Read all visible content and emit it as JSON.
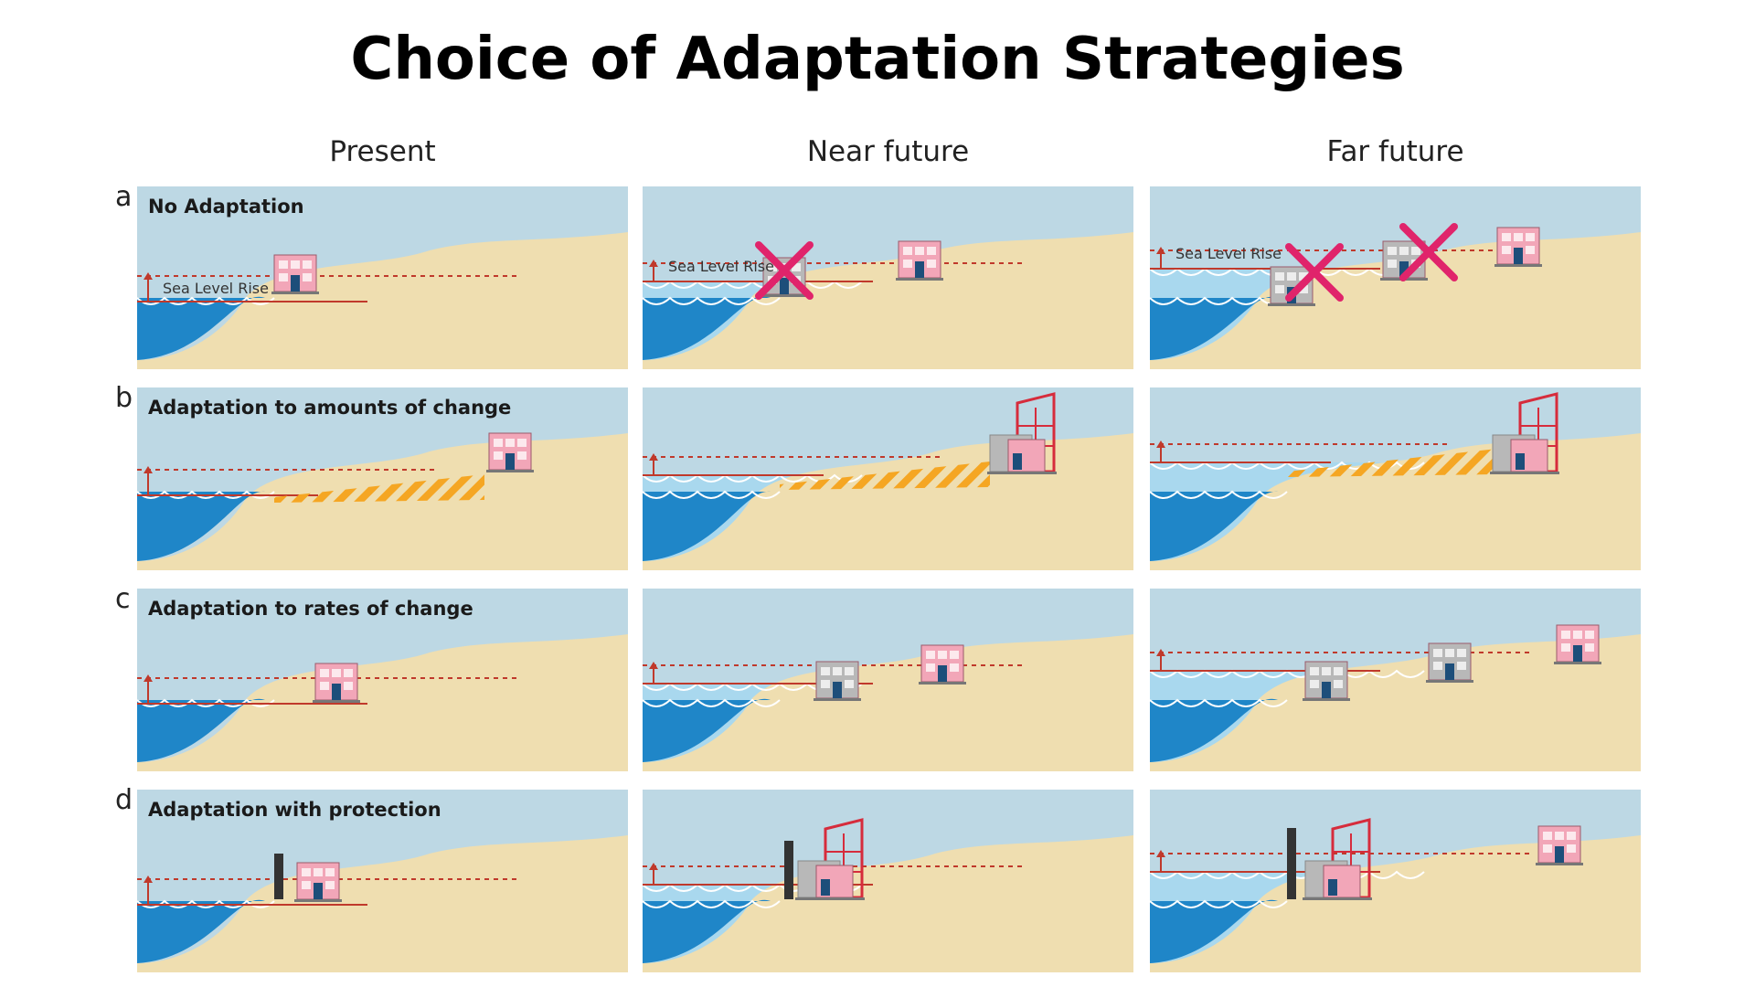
{
  "title": "Choice of Adaptation Strategies",
  "columns": [
    "Present",
    "Near future",
    "Far future"
  ],
  "rows": [
    {
      "letter": "a",
      "label": "No Adaptation"
    },
    {
      "letter": "b",
      "label": "Adaptation to amounts of change"
    },
    {
      "letter": "c",
      "label": "Adaptation to rates of change"
    },
    {
      "letter": "d",
      "label": "Adaptation with protection"
    }
  ],
  "sea_level_rise_label": "Sea Level Rise",
  "colors": {
    "sky": "#bdd8e4",
    "sand": "#efdeb0",
    "deep_water": "#1f86c8",
    "raised_water": "#a9d8ee",
    "sea_level_line": "#c0392b",
    "building": "#f2a6b8",
    "building_new": "#d62c3c",
    "building_old": "#b8b8b8",
    "hatch_orange": "#f5a623",
    "wall": "#333333",
    "cross": "#e0246b"
  }
}
